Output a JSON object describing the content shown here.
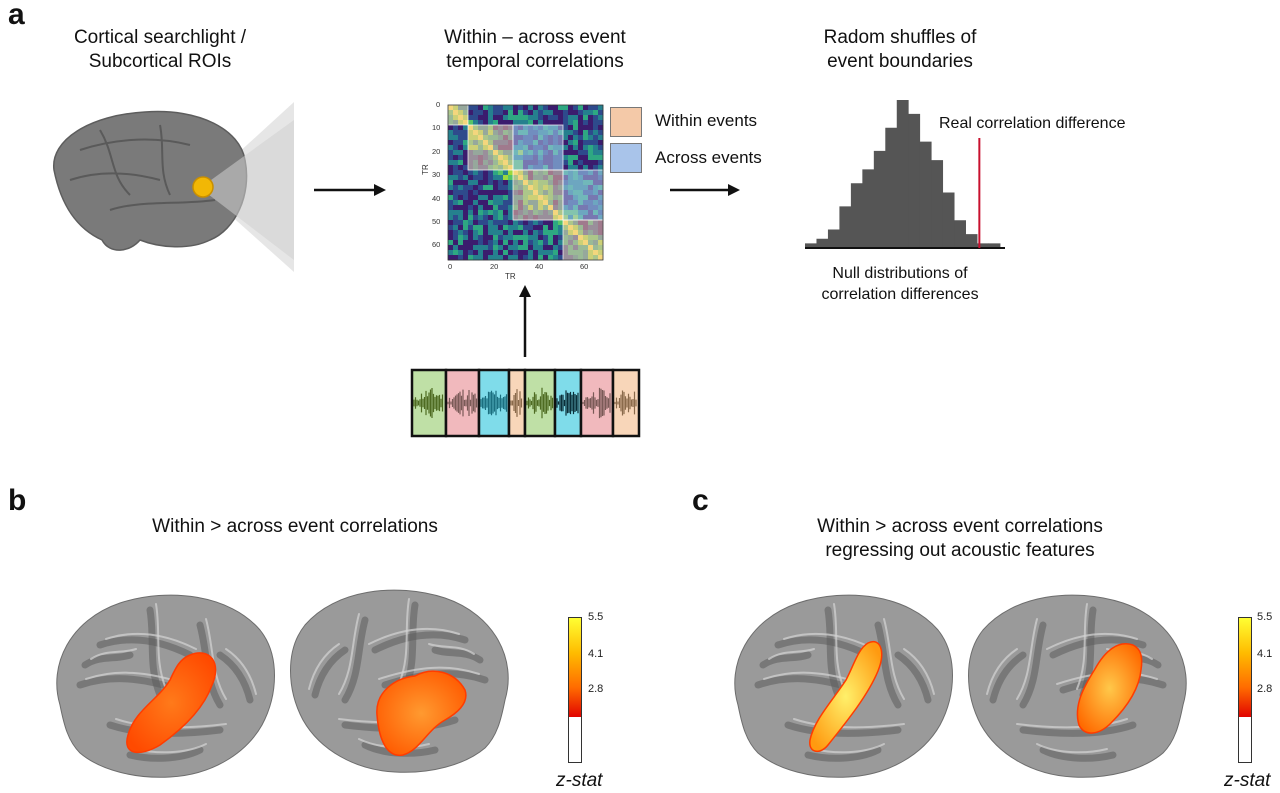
{
  "panels": {
    "a": {
      "letter": "a",
      "col1_title": [
        "Cortical searchlight /",
        "Subcortical ROIs"
      ],
      "col2_title": [
        "Within – across event",
        "temporal correlations"
      ],
      "col3_title": [
        "Radom shuffles of",
        "event boundaries"
      ],
      "matrix": {
        "axis_label": "TR",
        "x_ticks": [
          "0",
          "20",
          "40",
          "60"
        ],
        "y_ticks": [
          "0",
          "10",
          "20",
          "30",
          "40",
          "50",
          "60"
        ]
      },
      "legend": {
        "within": {
          "label": "Within  events",
          "color": "#f4c9a8"
        },
        "across": {
          "label": "Across events",
          "color": "#a9c4ea"
        }
      },
      "histogram": {
        "annotation": "Real correlation difference",
        "caption": [
          "Null distributions of",
          "correlation differences"
        ],
        "bar_color": "#555555",
        "line_color": "#c8102e",
        "values": [
          1,
          2,
          4,
          9,
          14,
          17,
          21,
          26,
          32,
          29,
          23,
          19,
          12,
          6,
          3,
          1,
          1
        ],
        "real_value_bin": 15.2
      },
      "event_strip_colors": [
        "#bfe0a6",
        "#f1b9bd",
        "#7fdcea",
        "#f8d6b9",
        "#bfe0a6",
        "#7fdcea",
        "#f1b9bd",
        "#f8d6b9"
      ]
    },
    "b": {
      "letter": "b",
      "title": "Within > across event correlations",
      "colorbar": {
        "ticks": [
          "5.5",
          "4.1",
          "2.8"
        ],
        "label": "z-stat"
      }
    },
    "c": {
      "letter": "c",
      "title": [
        "Within > across event correlations",
        "regressing out acoustic features"
      ],
      "colorbar": {
        "ticks": [
          "5.5",
          "4.1",
          "2.8"
        ],
        "label": "z-stat"
      }
    }
  }
}
